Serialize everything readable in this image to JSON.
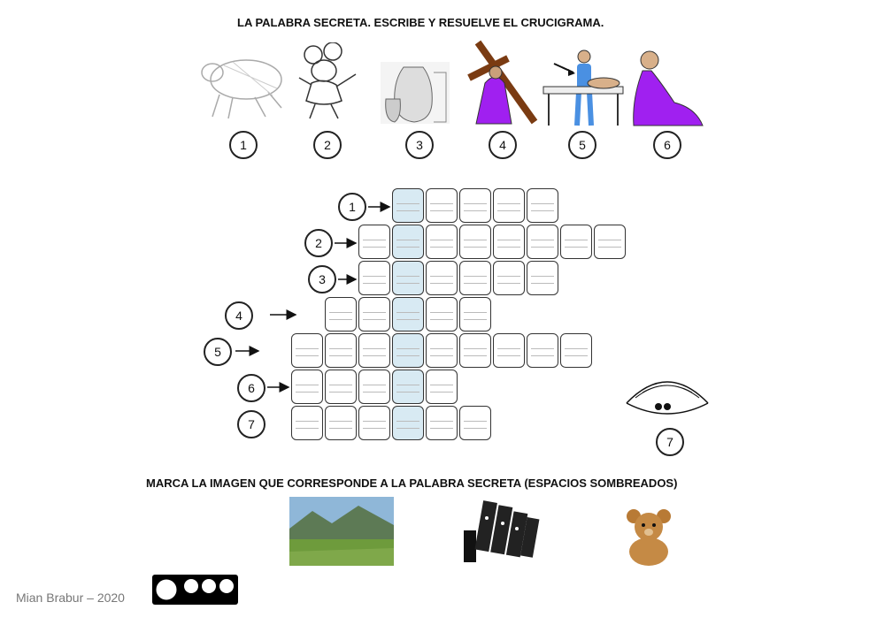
{
  "title": "LA PALABRA SECRETA. ESCRIBE Y RESUELVE EL CRUCIGRAMA.",
  "instruction": "MARCA LA IMAGEN QUE CORRESPONDE A LA PALABRA SECRETA (ESPACIOS SOMBREADOS)",
  "clue_numbers": [
    "1",
    "2",
    "3",
    "4",
    "5",
    "6"
  ],
  "row_numbers": [
    "1",
    "2",
    "3",
    "4",
    "5",
    "6",
    "7"
  ],
  "clam_number": "7",
  "crossword": {
    "rows": [
      {
        "number": "1",
        "cells": 5,
        "shaded_index": 0
      },
      {
        "number": "2",
        "cells": 8,
        "shaded_index": 1
      },
      {
        "number": "3",
        "cells": 6,
        "shaded_index": 1
      },
      {
        "number": "4",
        "cells": 5,
        "shaded_index": 2
      },
      {
        "number": "5",
        "cells": 9,
        "shaded_index": 3
      },
      {
        "number": "6",
        "cells": 5,
        "shaded_index": 3
      },
      {
        "number": "7",
        "cells": 6,
        "shaded_index": 3
      }
    ]
  },
  "answer_options": [
    "landscape-photo",
    "dominoes-photo",
    "teddy-bear-photo"
  ],
  "footer": {
    "author": "Mian Brabur – 2020",
    "license_badge": "cc-by-nc-sa"
  },
  "colors": {
    "shaded": "#d8eaf3",
    "purple": "#a020f0",
    "brown": "#7a3b12"
  }
}
